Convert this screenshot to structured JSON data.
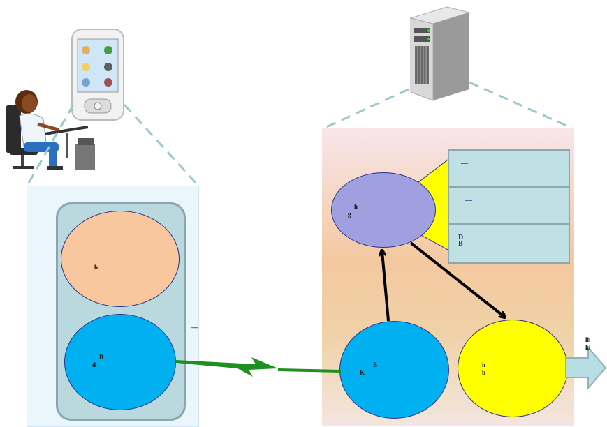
{
  "left": {
    "top_ellipse_label": "b",
    "bottom_ellipse_label_1": "B",
    "bottom_ellipse_label_2": "d",
    "side_label": "—"
  },
  "right": {
    "purple_label_1": "h",
    "purple_label_2": "g",
    "blue_label_1": "B",
    "blue_label_2": "K",
    "yellow_label_1": "h",
    "yellow_label_2": "b",
    "table_rows": [
      "—",
      "—",
      "D\nB"
    ],
    "arrow_label_1": "lh",
    "arrow_label_2": "kl"
  },
  "colors": {
    "peach": "#f9c79e",
    "blue": "#00b0f0",
    "purple": "#a0a0e0",
    "yellow": "#ffff00",
    "lightning": "#1f8f1f",
    "arrow": "#b8dde2"
  }
}
